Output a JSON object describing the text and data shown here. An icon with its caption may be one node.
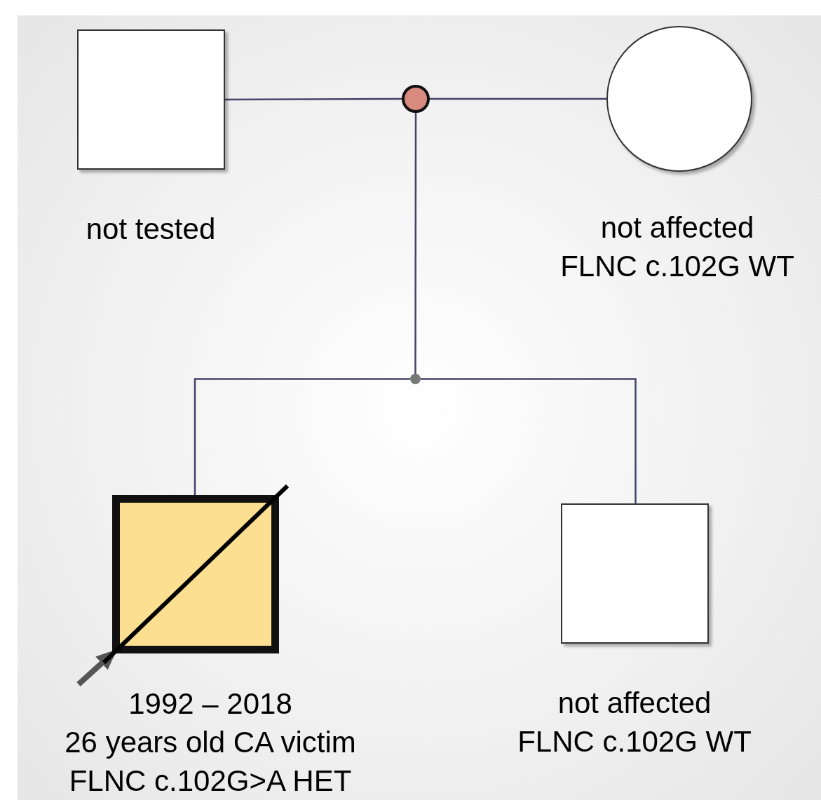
{
  "diagram": {
    "nodes": [
      {
        "text": [],
        "shape": "box",
        "beside": [
          "not tested"
        ]
      },
      {
        "text": [],
        "shape": "circle",
        "beside": [
          "not affected",
          "FLNC c.102G WT"
        ]
      },
      {
        "text": [],
        "shape": "circle"
      },
      {
        "text": [],
        "shape": "circle"
      },
      {
        "text": [],
        "shape": "box",
        "beside": [
          "1992 – 2018",
          "26 years old CA victim",
          "FLNC c.102G>A HET"
        ]
      },
      {
        "text": [],
        "shape": "box",
        "beside": [
          "not affected",
          "FLNC c.102G WT"
        ]
      }
    ],
    "edges": [
      {
        "from": 0,
        "to": 2,
        "arrow": "none"
      },
      {
        "from": 2,
        "to": 1,
        "arrow": "none"
      },
      {
        "from": 2,
        "to": 3,
        "arrow": "none"
      },
      {
        "from": 3,
        "to": 4,
        "arrow": "none"
      },
      {
        "from": 3,
        "to": 5,
        "arrow": "none"
      },
      {
        "from": null,
        "to": 4,
        "arrow": "to",
        "style": "thick",
        "color": "#555555"
      }
    ]
  }
}
